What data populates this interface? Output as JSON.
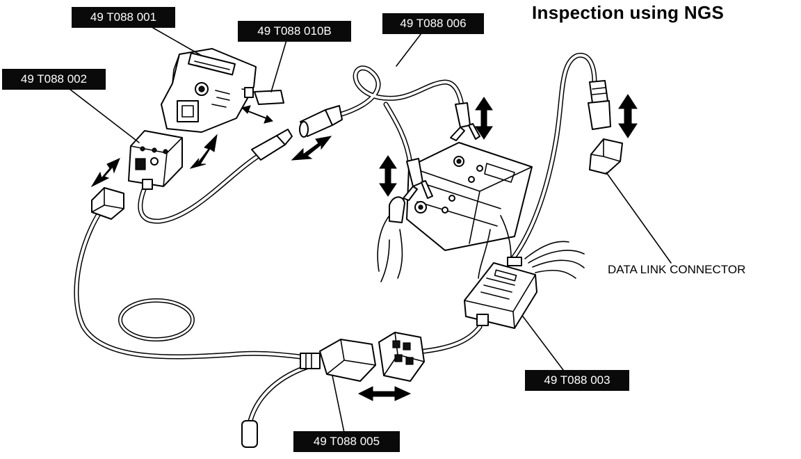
{
  "title": "Inspection using NGS",
  "part_labels": {
    "ngs_tester": "49 T088 001",
    "program_card": "49 T088 010B",
    "power_cable": "49 T088 006",
    "adapter": "49 T088 002",
    "interface_box": "49 T088 003",
    "cable_005": "49 T088 005"
  },
  "data_link_connector": "DATA LINK CONNECTOR"
}
